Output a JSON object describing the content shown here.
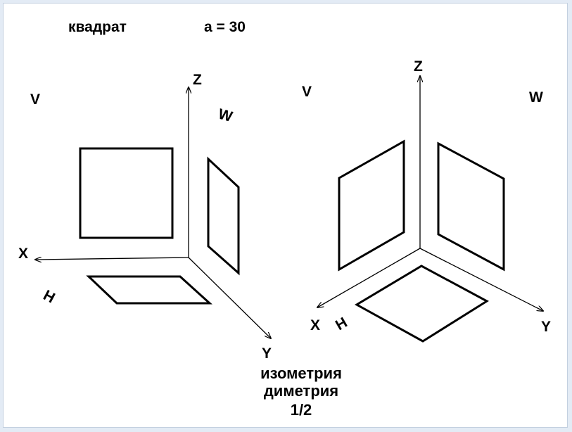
{
  "header": {
    "shape": "квадрат",
    "param": "a = 30"
  },
  "left": {
    "v": "V",
    "w": "W",
    "z": "Z",
    "x": "X",
    "y": "Y",
    "h": "H"
  },
  "right": {
    "v": "V",
    "w": "W",
    "z": "Z",
    "x": "X",
    "y": "Y",
    "h": "H"
  },
  "caption": {
    "line1": "изометрия",
    "line2": "диметрия",
    "line3": "1/2"
  },
  "colors": {
    "background": "#e3ebf5",
    "page": "#ffffff",
    "ink": "#000000"
  }
}
